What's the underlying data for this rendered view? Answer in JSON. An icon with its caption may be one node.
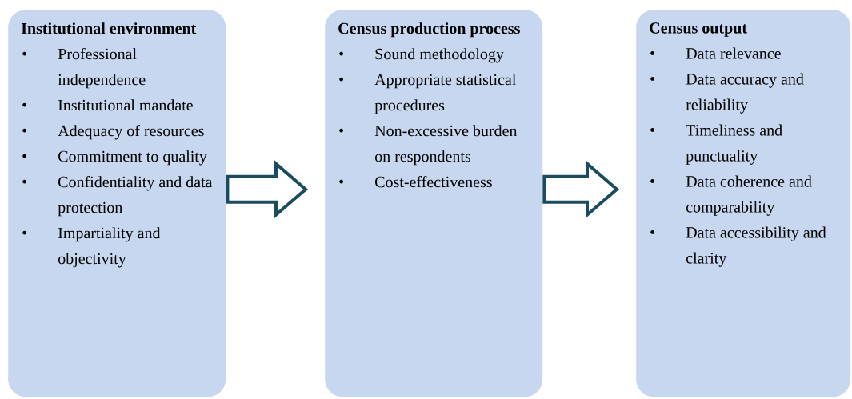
{
  "diagram": {
    "nodes": [
      {
        "text": [
          "Institutional environment",
          "Professional independence",
          "Institutional mandate",
          "Adequacy of resources",
          "Commitment to quality",
          "Confidentiality and data protection",
          "Impartiality and objectivity"
        ]
      },
      {
        "text": [
          "Census production process",
          "Sound methodology",
          "Appropriate statistical procedures",
          "Non-excessive burden on respondents",
          "Cost-effectiveness"
        ]
      },
      {
        "text": [
          "Census output",
          "Data relevance",
          "Data accuracy and reliability",
          "Timeliness and punctuality",
          "Data coherence and comparability",
          "Data accessibility and clarity"
        ]
      }
    ],
    "edges": [
      {
        "from": 0,
        "to": 1,
        "arrow": "to"
      },
      {
        "from": 1,
        "to": 2,
        "arrow": "to"
      }
    ]
  }
}
